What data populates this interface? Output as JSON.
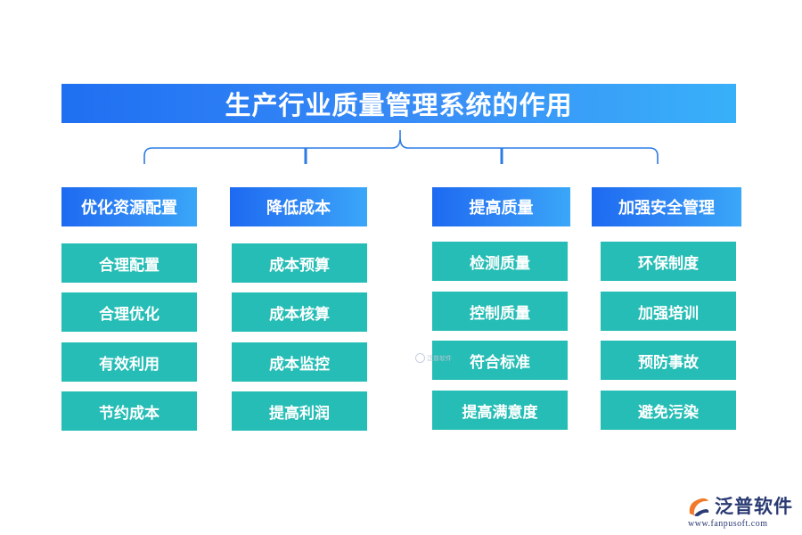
{
  "title": "生产行业质量管理系统的作用",
  "columns": [
    {
      "header": "优化资源配置",
      "items": [
        "合理配置",
        "合理优化",
        "有效利用",
        "节约成本"
      ]
    },
    {
      "header": "降低成本",
      "items": [
        "成本预算",
        "成本核算",
        "成本监控",
        "提高利润"
      ]
    },
    {
      "header": "提高质量",
      "items": [
        "检测质量",
        "控制质量",
        "符合标准",
        "提高满意度"
      ]
    },
    {
      "header": "加强安全管理",
      "items": [
        "环保制度",
        "加强培训",
        "预防事故",
        "避免污染"
      ]
    }
  ],
  "watermark": {
    "text": "泛普软件"
  },
  "logo": {
    "name": "泛普软件",
    "url": "www.fanpusoft.com",
    "icon": "fanpu-logo-icon"
  },
  "colors": {
    "header_blue": "#1f6ff2",
    "header_light": "#38b0f9",
    "item_teal": "#25bdb5",
    "bracket": "#2c7be5",
    "logo_navy": "#2a3a73",
    "logo_orange": "#f07a2a"
  }
}
